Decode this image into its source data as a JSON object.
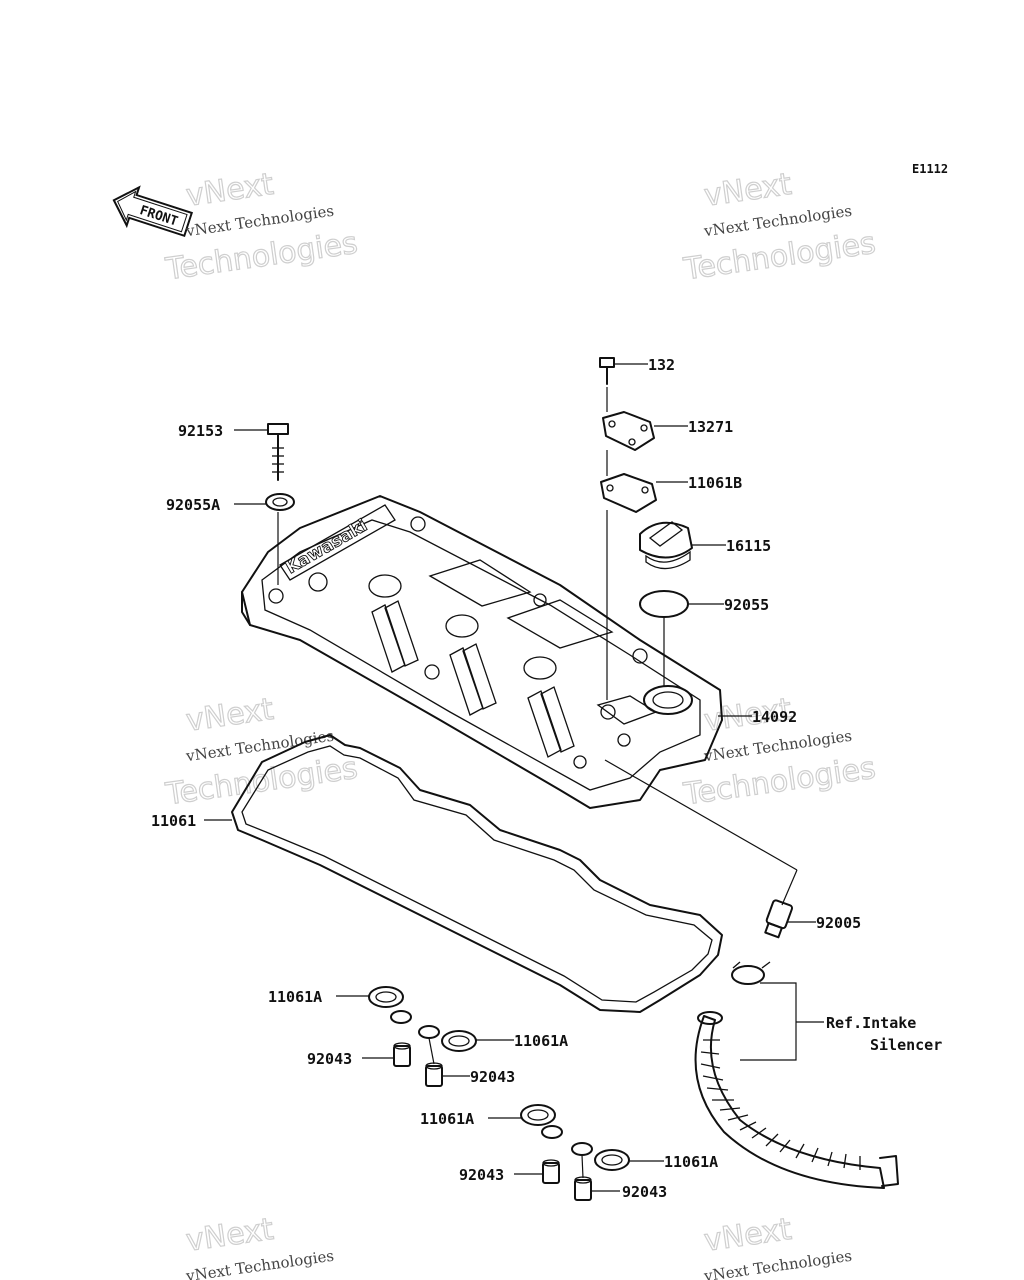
{
  "diagram_code": "E1112",
  "front_label": "FRONT",
  "brand_label": "Kawasaki",
  "watermark": {
    "line1": "vNext Technologies",
    "line2": "vNext",
    "line3": "Technologies"
  },
  "parts": [
    {
      "id": "p-132",
      "label": "132"
    },
    {
      "id": "p-13271",
      "label": "13271"
    },
    {
      "id": "p-11061b",
      "label": "11061B"
    },
    {
      "id": "p-16115",
      "label": "16115"
    },
    {
      "id": "p-92055",
      "label": "92055"
    },
    {
      "id": "p-14092",
      "label": "14092"
    },
    {
      "id": "p-92153",
      "label": "92153"
    },
    {
      "id": "p-92055a",
      "label": "92055A"
    },
    {
      "id": "p-11061",
      "label": "11061"
    },
    {
      "id": "p-92005",
      "label": "92005"
    },
    {
      "id": "p-11061a-1",
      "label": "11061A"
    },
    {
      "id": "p-92043-1",
      "label": "92043"
    },
    {
      "id": "p-11061a-2",
      "label": "11061A"
    },
    {
      "id": "p-92043-2",
      "label": "92043"
    },
    {
      "id": "p-11061a-3",
      "label": "11061A"
    },
    {
      "id": "p-92043-3",
      "label": "92043"
    },
    {
      "id": "p-11061a-4",
      "label": "11061A"
    },
    {
      "id": "p-92043-4",
      "label": "92043"
    }
  ],
  "reference_note": {
    "line1": "Ref.Intake",
    "line2": "Silencer"
  }
}
